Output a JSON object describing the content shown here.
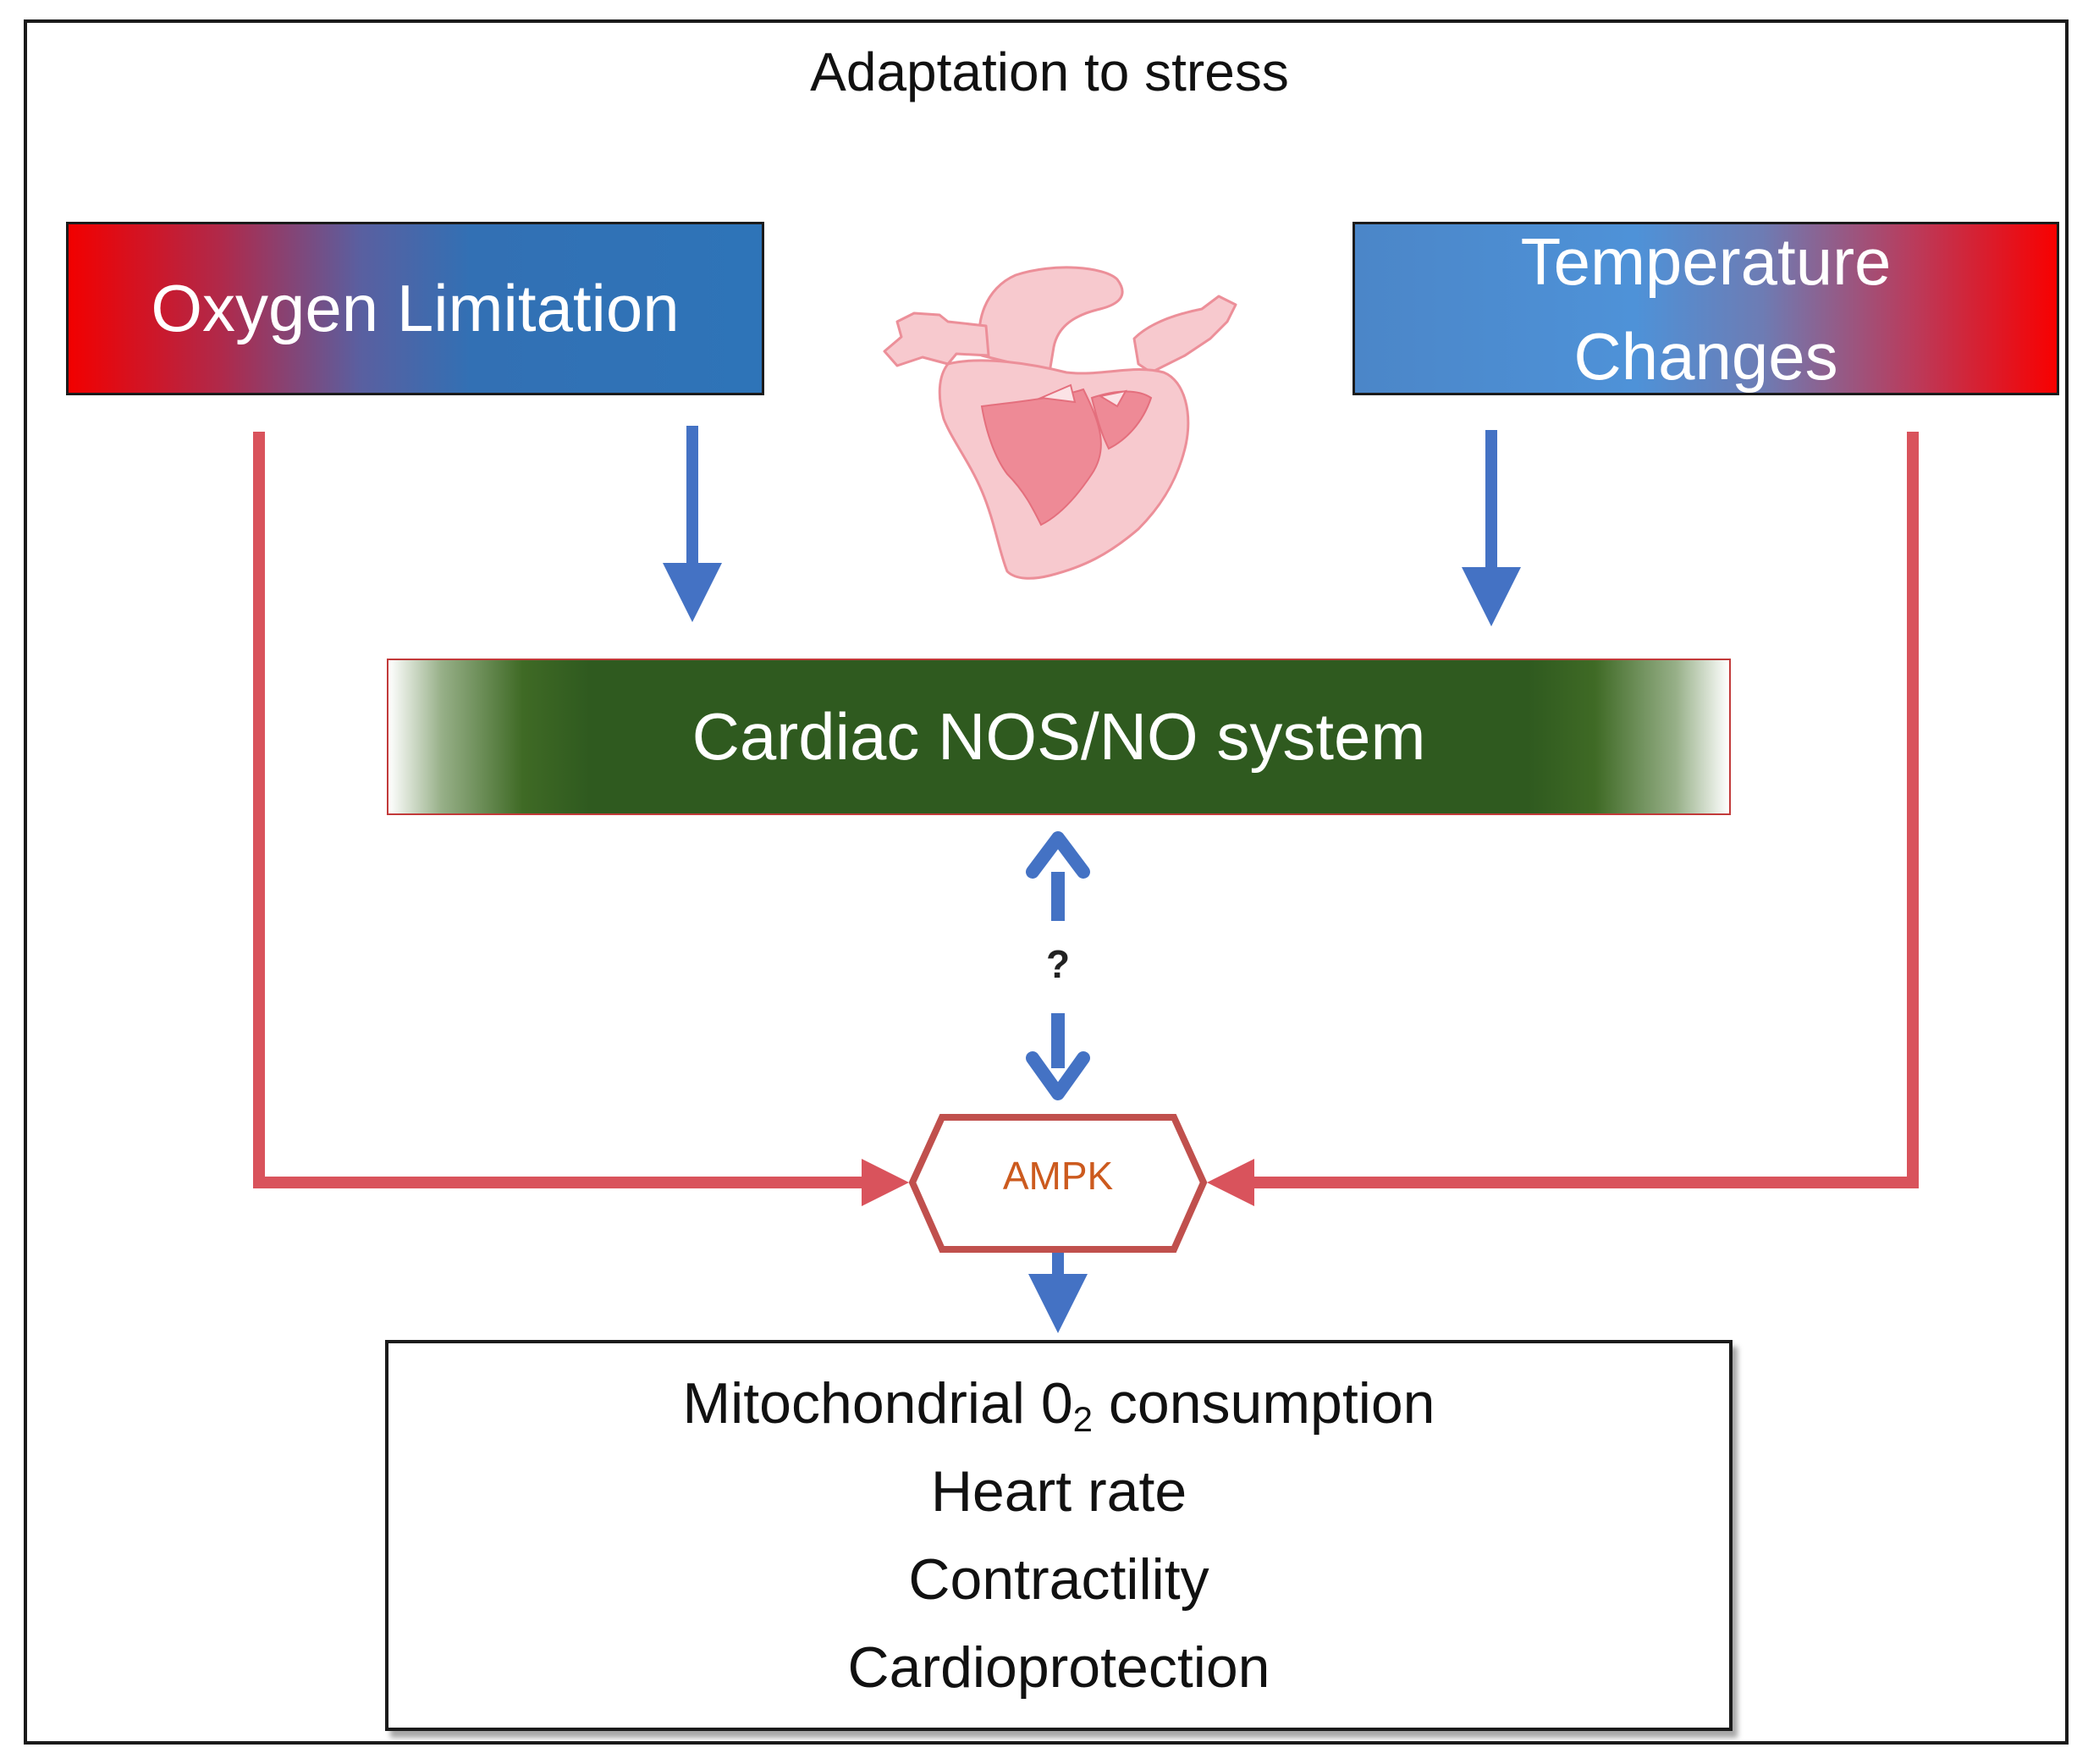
{
  "title": "Adaptation to stress",
  "oxygen_box": {
    "label": "Oxygen Limitation"
  },
  "temperature_box": {
    "line1": "Temperature",
    "line2": "Changes"
  },
  "nos_box": {
    "label": "Cardiac NOS/NO system"
  },
  "question_mark": "?",
  "ampk": {
    "label": "AMPK"
  },
  "outcomes": {
    "item1_pre": "Mitochondrial 0",
    "item1_sub": "2",
    "item1_post": " consumption",
    "item2": "Heart rate",
    "item3": "Contractility",
    "item4": "Cardioprotection"
  },
  "colors": {
    "blue_arrow": "#4472c4",
    "red_arrow": "#d9535c",
    "nos_green": "#2f5a1f",
    "ampk_border": "#c0504d",
    "ampk_text": "#cc5a1e",
    "heart_fill": "#f6c6cb",
    "heart_stroke": "#e9808c"
  },
  "icons": {
    "heart": "heart-anatomy-icon"
  }
}
